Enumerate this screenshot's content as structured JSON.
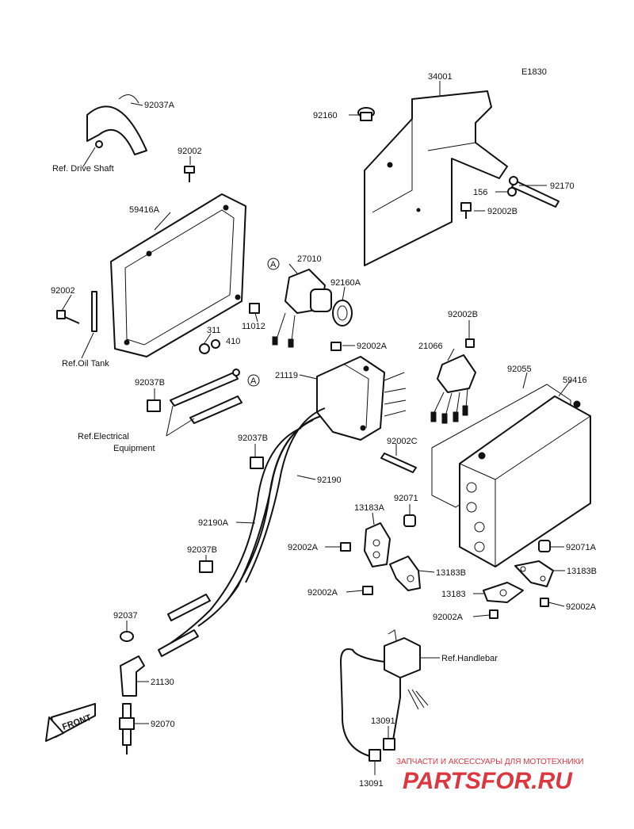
{
  "diagram_id": "E1830",
  "labels": {
    "34001": "34001",
    "92160": "92160",
    "92170": "92170",
    "156": "156",
    "92002B_top": "92002B",
    "92037A": "92037A",
    "ref_drive_shaft": "Ref. Drive Shaft",
    "92002_top": "92002",
    "59416A": "59416A",
    "27010": "27010",
    "92160A": "92160A",
    "92002_left": "92002",
    "11012": "11012",
    "ref_oil_tank": "Ref.Oil Tank",
    "311": "311",
    "410": "410",
    "92002B_mid": "92002B",
    "92002A_mid": "92002A",
    "21066": "21066",
    "21119": "21119",
    "92037B_1": "92037B",
    "92055": "92055",
    "59416": "59416",
    "ref_electrical_1": "Ref.Electrical",
    "ref_electrical_2": "Equipment",
    "92037B_2": "92037B",
    "92002C": "92002C",
    "92190": "92190",
    "92071": "92071",
    "13183A": "13183A",
    "92190A": "92190A",
    "92002A_1": "92002A",
    "92037B_3": "92037B",
    "92071A": "92071A",
    "13183B_1": "13183B",
    "13183B_2": "13183B",
    "92002A_2": "92002A",
    "13183": "13183",
    "92002A_3": "92002A",
    "92002A_4": "92002A",
    "92037": "92037",
    "ref_handlebar": "Ref.Handlebar",
    "21130": "21130",
    "92070": "92070",
    "13091_1": "13091",
    "13091_2": "13091",
    "callout_a": "A",
    "front": "FRONT"
  },
  "watermark": {
    "subtitle": "ЗАПЧАСТИ И АКСЕССУАРЫ ДЛЯ МОТОТЕХНИКИ",
    "brand": "PARTSFOR.RU"
  },
  "colors": {
    "ink": "#111111",
    "watermark": "#d6141e",
    "background": "#ffffff"
  }
}
